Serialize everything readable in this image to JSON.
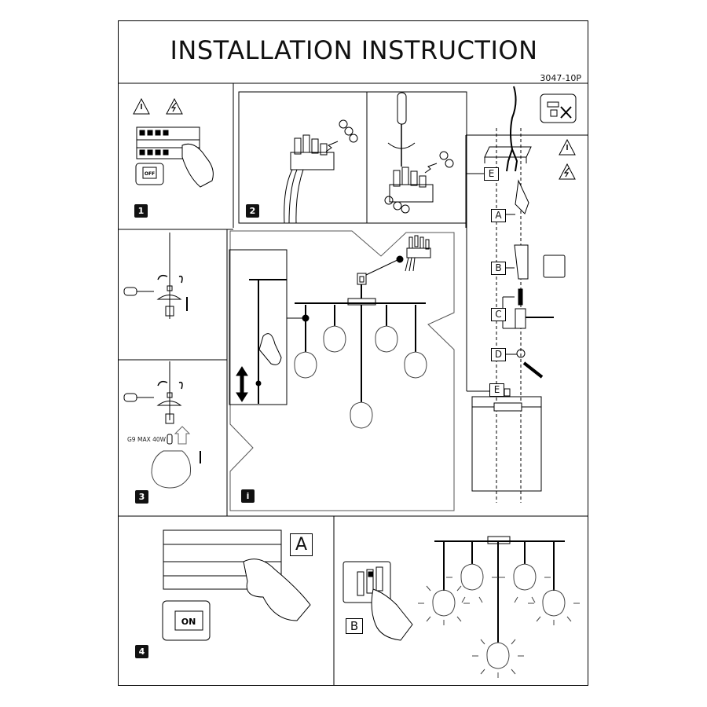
{
  "header": {
    "title": "INSTALLATION INSTRUCTION",
    "model_code": "3047-10P"
  },
  "steps": [
    {
      "badge": "1",
      "description": "Switch off power at fuse box",
      "switch_label": "OFF",
      "icons": [
        "warning-icon",
        "electric-hazard-icon"
      ]
    },
    {
      "badge": "2",
      "description": "Connect wires to terminal block"
    },
    {
      "badge": "3",
      "description": "Fit bulb and glass shade",
      "bulb_label": "G9 MAX 40W"
    },
    {
      "badge": "i",
      "description": "Adjust cable length of pendants"
    },
    {
      "badge": "4",
      "description": "Switch power back on",
      "switch_label": "ON",
      "callout": "A"
    }
  ],
  "mounting": {
    "labels": [
      "E",
      "A",
      "B",
      "C",
      "D",
      "E"
    ],
    "icons": [
      "no-drilling-near-cables-icon",
      "warning-icon",
      "electric-hazard-icon"
    ]
  },
  "final": {
    "callout": "B",
    "description": "Turn on wall switch, lamps light up"
  }
}
